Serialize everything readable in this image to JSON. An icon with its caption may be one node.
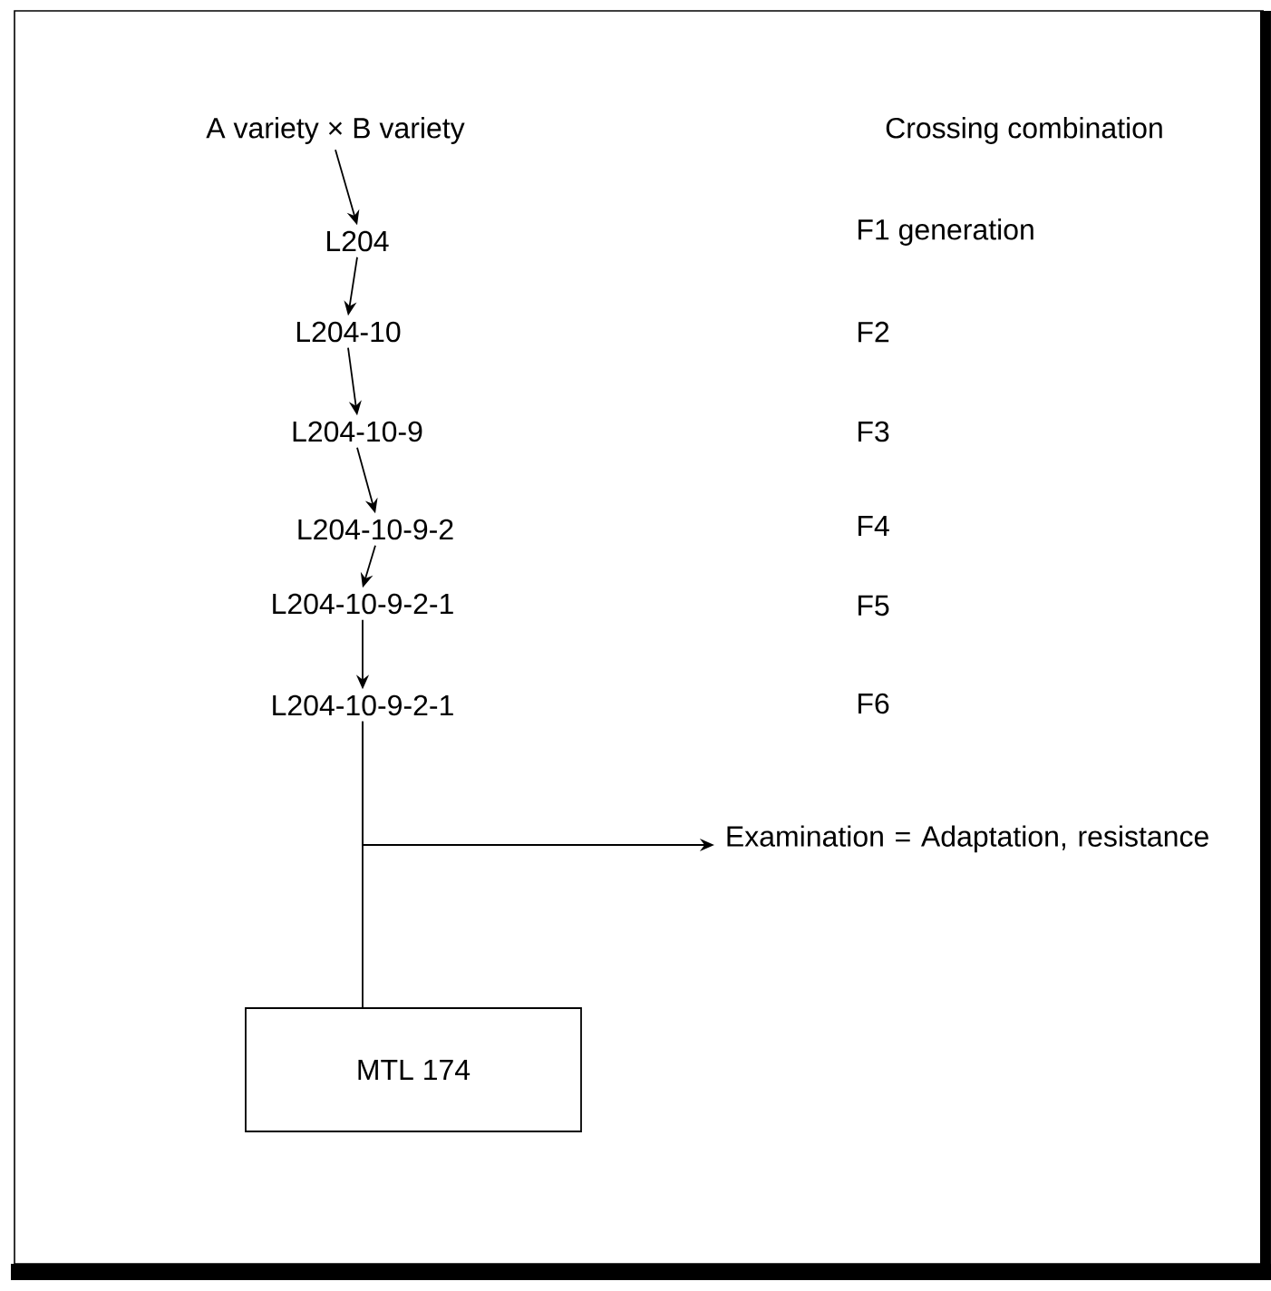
{
  "diagram": {
    "nodes": [
      {
        "text": [
          "A variety × B variety"
        ]
      },
      {
        "text": [
          "L204"
        ]
      },
      {
        "text": [
          "L204-10"
        ]
      },
      {
        "text": [
          "L204-10-9"
        ]
      },
      {
        "text": [
          "L204-10-9-2"
        ]
      },
      {
        "text": [
          "L204-10-9-2-1"
        ]
      },
      {
        "text": [
          "L204-10-9-2-1"
        ]
      },
      {
        "text": [
          "Examination = Adaptation, resistance"
        ]
      },
      {
        "text": [
          "MTL 174"
        ]
      }
    ],
    "edges": [
      {
        "from": 0,
        "to": 1,
        "arrow": "to"
      },
      {
        "from": 1,
        "to": 2,
        "arrow": "to"
      },
      {
        "from": 2,
        "to": 3,
        "arrow": "to"
      },
      {
        "from": 3,
        "to": 4,
        "arrow": "to"
      },
      {
        "from": 4,
        "to": 5,
        "arrow": "to"
      },
      {
        "from": 5,
        "to": 6,
        "arrow": "to"
      },
      {
        "from": 6,
        "to": 8,
        "arrow": "none"
      },
      {
        "from": 6,
        "to": 7,
        "arrow": "to"
      }
    ],
    "labels": [
      "Crossing combination",
      "F1 generation",
      "F2",
      "F3",
      "F4",
      "F5",
      "F6"
    ]
  }
}
